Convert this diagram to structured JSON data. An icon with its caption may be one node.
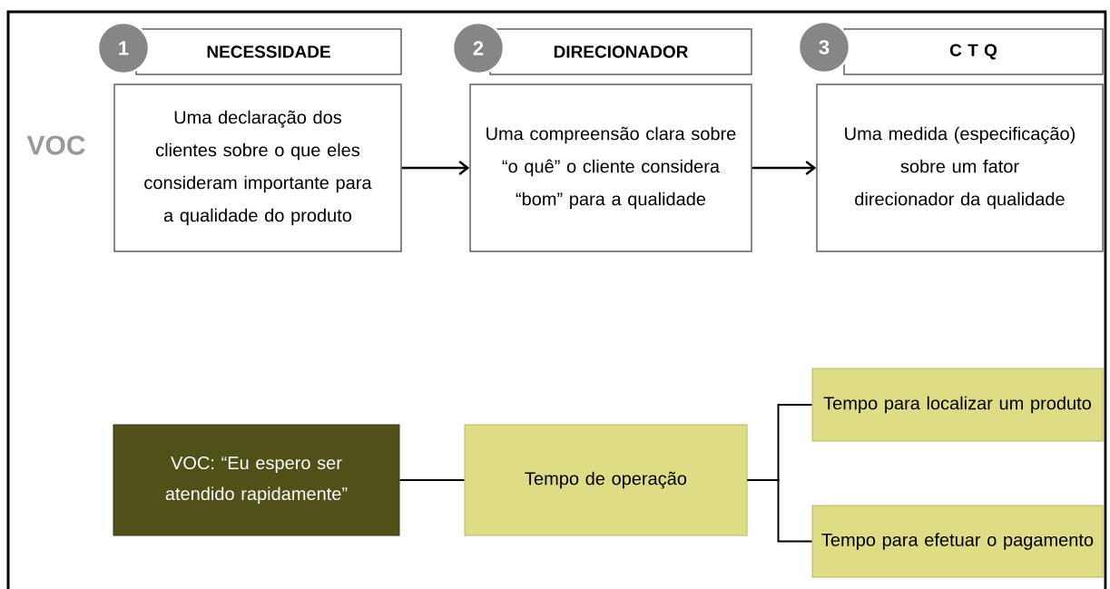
{
  "diagram": {
    "nodes": [
      {
        "text": [
          "1"
        ]
      },
      {
        "text": [
          "NECESSIDADE"
        ]
      },
      {
        "text": [
          "Uma declaração dos clientes sobre o que eles consideram importante para a qualidade do produto"
        ]
      },
      {
        "text": [
          "2"
        ]
      },
      {
        "text": [
          "DIRECIONADOR"
        ]
      },
      {
        "text": [
          "Uma compreensão clara sobre “o quê” o cliente considera “bom” para a qualidade"
        ]
      },
      {
        "text": [
          "3"
        ]
      },
      {
        "text": [
          "C T Q"
        ]
      },
      {
        "text": [
          "Uma medida (especificação) sobre um fator direcionador da qualidade"
        ]
      },
      {
        "text": [
          "VOC:  “Eu espero ser atendido rapidamente”"
        ]
      },
      {
        "text": [
          "Tempo de operação"
        ]
      },
      {
        "text": [
          "Tempo para localizar um produto"
        ]
      },
      {
        "text": [
          "Tempo para efetuar o pagamento"
        ]
      }
    ],
    "edges": [
      {
        "from": 2,
        "to": 5,
        "arrow": "to"
      },
      {
        "from": 5,
        "to": 8,
        "arrow": "to"
      },
      {
        "from": 9,
        "to": 10,
        "arrow": "none"
      },
      {
        "from": 10,
        "to": 11,
        "arrow": "none"
      },
      {
        "from": 10,
        "to": 12,
        "arrow": "none"
      }
    ],
    "labels": [
      "VOC"
    ]
  }
}
